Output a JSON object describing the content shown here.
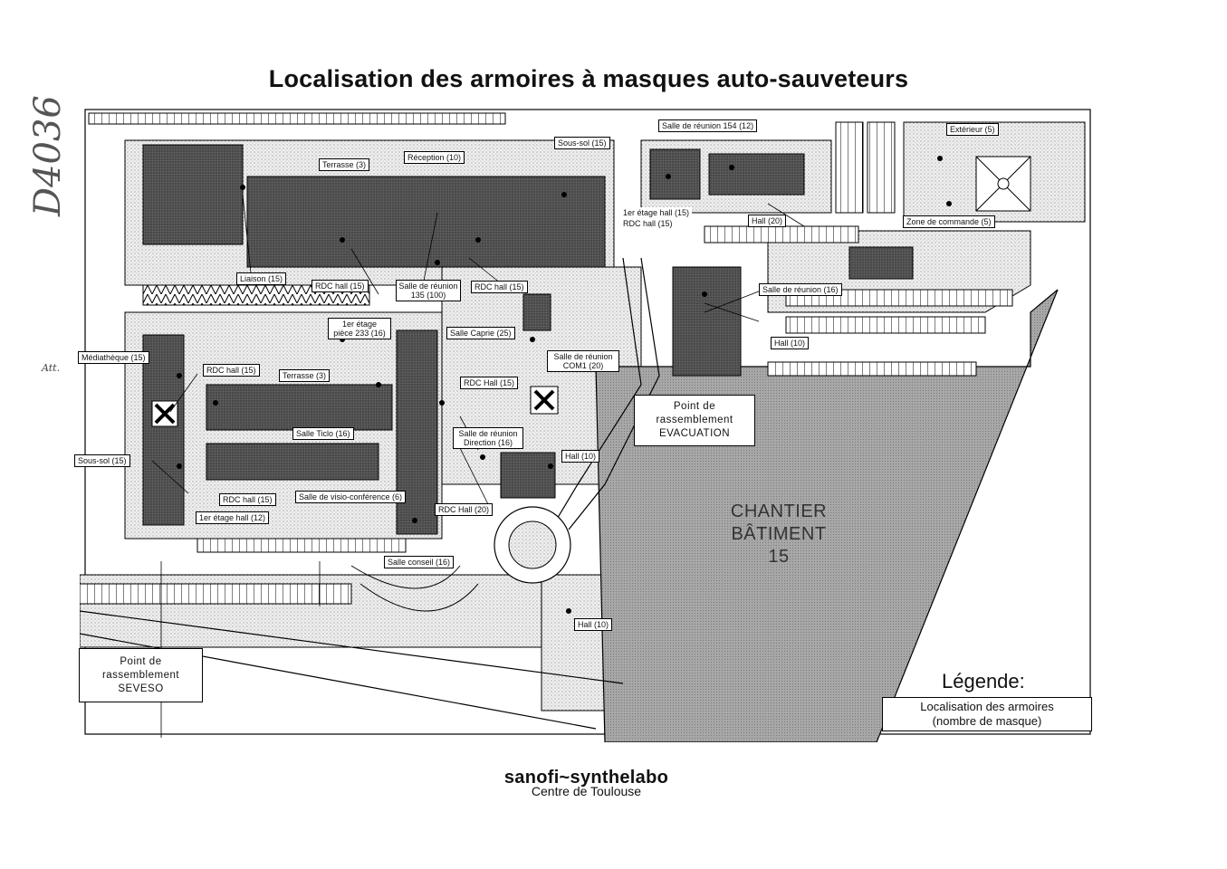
{
  "title": "Localisation des armoires à masques auto-sauveteurs",
  "handwritten_ref": "D4036",
  "margin_note": "Att.",
  "plan": {
    "colors": {
      "building": "#4a4a4a",
      "construction": "#9a9a9a",
      "ground": "#e4e4e4",
      "line": "#000000"
    },
    "labels": [
      "Salle de réunion 154 (12)",
      "Extérieur (5)",
      "Sous-sol (15)",
      "Réception (10)",
      "Terrasse (3)",
      "1er étage hall (15)",
      "RDC hall (15)",
      "Hall (20)",
      "Zone de commande (5)",
      "Liaison (15)",
      "RDC hall (15)",
      "Salle de réunion",
      "135 (100)",
      "RDC hall (15)",
      "Salle de réunion (16)",
      "1er étage",
      "pièce 233 (16)",
      "Salle Caprie (25)",
      "Hall (10)",
      "Médiathèque (15)",
      "RDC hall (15)",
      "Terrasse (3)",
      "Salle de réunion",
      "COM1 (20)",
      "RDC Hall (15)",
      "Salle Ticlo (16)",
      "Salle de réunion",
      "Direction (16)",
      "Hall (10)",
      "Sous-sol (15)",
      "RDC hall (15)",
      "Salle de visio-conférence (6)",
      "RDC Hall (20)",
      "1er étage hall (12)",
      "Salle conseil (16)",
      "Hall (10)"
    ],
    "evacuation_point": [
      "Point de",
      "rassemblement",
      "EVACUATION"
    ],
    "seveso_point": [
      "Point de",
      "rassemblement",
      "SEVESO"
    ],
    "construction": [
      "CHANTIER",
      "BÂTIMENT",
      "15"
    ]
  },
  "legend": {
    "title": "Légende:",
    "line1": "Localisation des armoires",
    "line2": "(nombre de masque)"
  },
  "footer": {
    "company": "sanofi~synthelabo",
    "site": "Centre de Toulouse"
  }
}
